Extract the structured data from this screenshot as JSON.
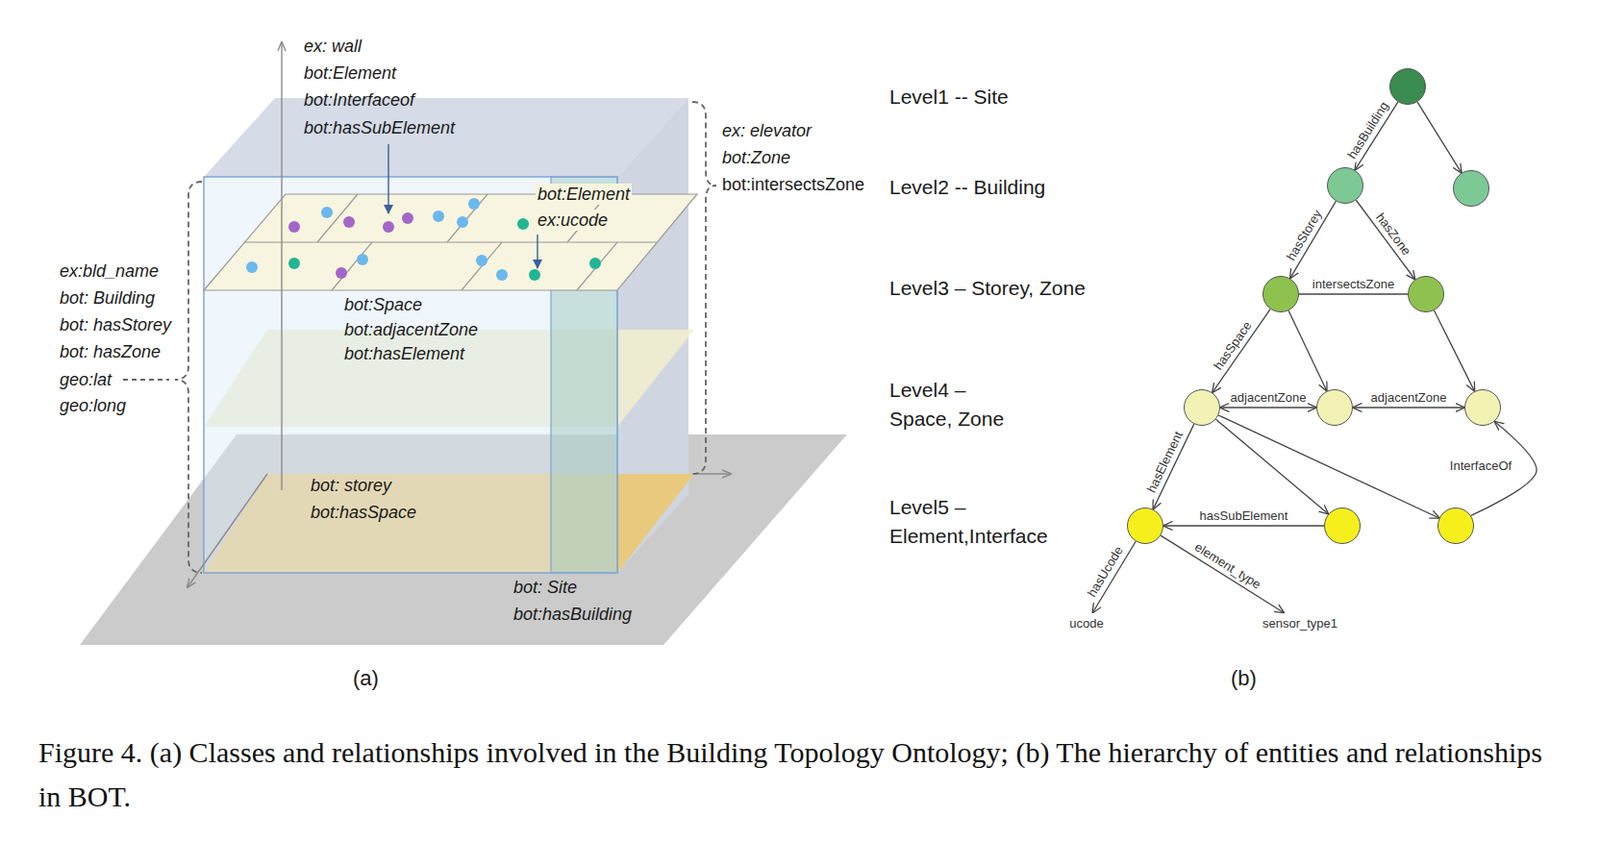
{
  "diagram": {
    "caption": "Figure 4. (a) Classes and relationships involved in the Building Topology Ontology; (b) The hierarchy of entities and relationships in BOT.",
    "nodes": [
      {},
      {},
      {},
      {},
      {},
      {},
      {},
      {},
      {},
      {},
      {},
      {
        "text": [
          "ucode"
        ]
      },
      {
        "text": [
          "sensor_type1"
        ]
      }
    ],
    "edges": [
      {
        "from": 0,
        "to": 1,
        "arrow": "to",
        "label": "hasBuilding"
      },
      {
        "from": 0,
        "to": 2,
        "arrow": "to"
      },
      {
        "from": 1,
        "to": 3,
        "arrow": "to",
        "label": "hasStorey"
      },
      {
        "from": 1,
        "to": 4,
        "arrow": "to",
        "label": "hasZone"
      },
      {
        "from": 3,
        "to": 4,
        "arrow": "none",
        "label": "intersectsZone"
      },
      {
        "from": 3,
        "to": 5,
        "arrow": "to",
        "label": "hasSpace"
      },
      {
        "from": 3,
        "to": 6,
        "arrow": "to"
      },
      {
        "from": 4,
        "to": 7,
        "arrow": "to"
      },
      {
        "from": 5,
        "to": 6,
        "arrow": "both",
        "label": "adjacentZone"
      },
      {
        "from": 6,
        "to": 7,
        "arrow": "both",
        "label": "adjacentZone"
      },
      {
        "from": 5,
        "to": 8,
        "arrow": "to",
        "label": "hasElement"
      },
      {
        "from": 5,
        "to": 9,
        "arrow": "to"
      },
      {
        "from": 5,
        "to": 10,
        "arrow": "to"
      },
      {
        "from": 9,
        "to": 8,
        "arrow": "to",
        "label": "hasSubElement"
      },
      {
        "from": 10,
        "to": 7,
        "arrow": "to",
        "label": "InterfaceOf"
      },
      {
        "from": 8,
        "to": 11,
        "arrow": "to",
        "label": "hasUcode"
      },
      {
        "from": 8,
        "to": 12,
        "arrow": "to",
        "label": "element_type"
      }
    ],
    "labels": [
      "ex: wall",
      "bot:Element",
      "bot:Interfaceof",
      "bot:hasSubElement",
      "ex: elevator",
      "bot:Zone",
      "bot:intersectsZone",
      "bot:Element",
      "ex:ucode",
      "ex:bld_name",
      "bot: Building",
      "bot: hasStorey",
      "bot: hasZone",
      "geo:lat",
      "geo:long",
      "bot:Space",
      "bot:adjacentZone",
      "bot:hasElement",
      "bot: storey",
      "bot:hasSpace",
      "bot: Site",
      "bot:hasBuilding",
      "Level1 -- Site",
      "Level2 -- Building",
      "Level3 – Storey, Zone",
      "Level4 – Space, Zone",
      "Level5 – Element,Interface",
      "(a)",
      "(b)"
    ]
  }
}
